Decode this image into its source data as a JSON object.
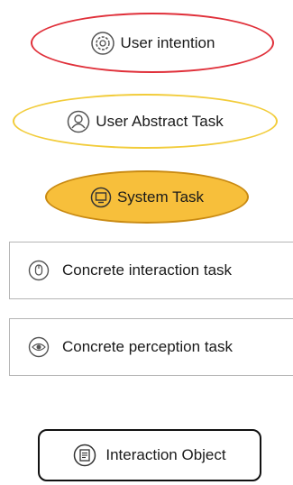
{
  "legend": {
    "user_intention": {
      "label": "User intention",
      "icon": "gear-icon",
      "outline_color": "#e0303a"
    },
    "user_abstract_task": {
      "label": "User Abstract Task",
      "icon": "user-head-icon",
      "outline_color": "#f2cc3a"
    },
    "system_task": {
      "label": "System Task",
      "icon": "monitor-icon",
      "fill_color": "#f7bf3b"
    },
    "concrete_interaction_task": {
      "label": "Concrete interaction task",
      "icon": "mouse-icon"
    },
    "concrete_perception_task": {
      "label": "Concrete perception task",
      "icon": "eye-icon"
    },
    "interaction_object": {
      "label": "Interaction Object",
      "icon": "document-icon"
    }
  }
}
